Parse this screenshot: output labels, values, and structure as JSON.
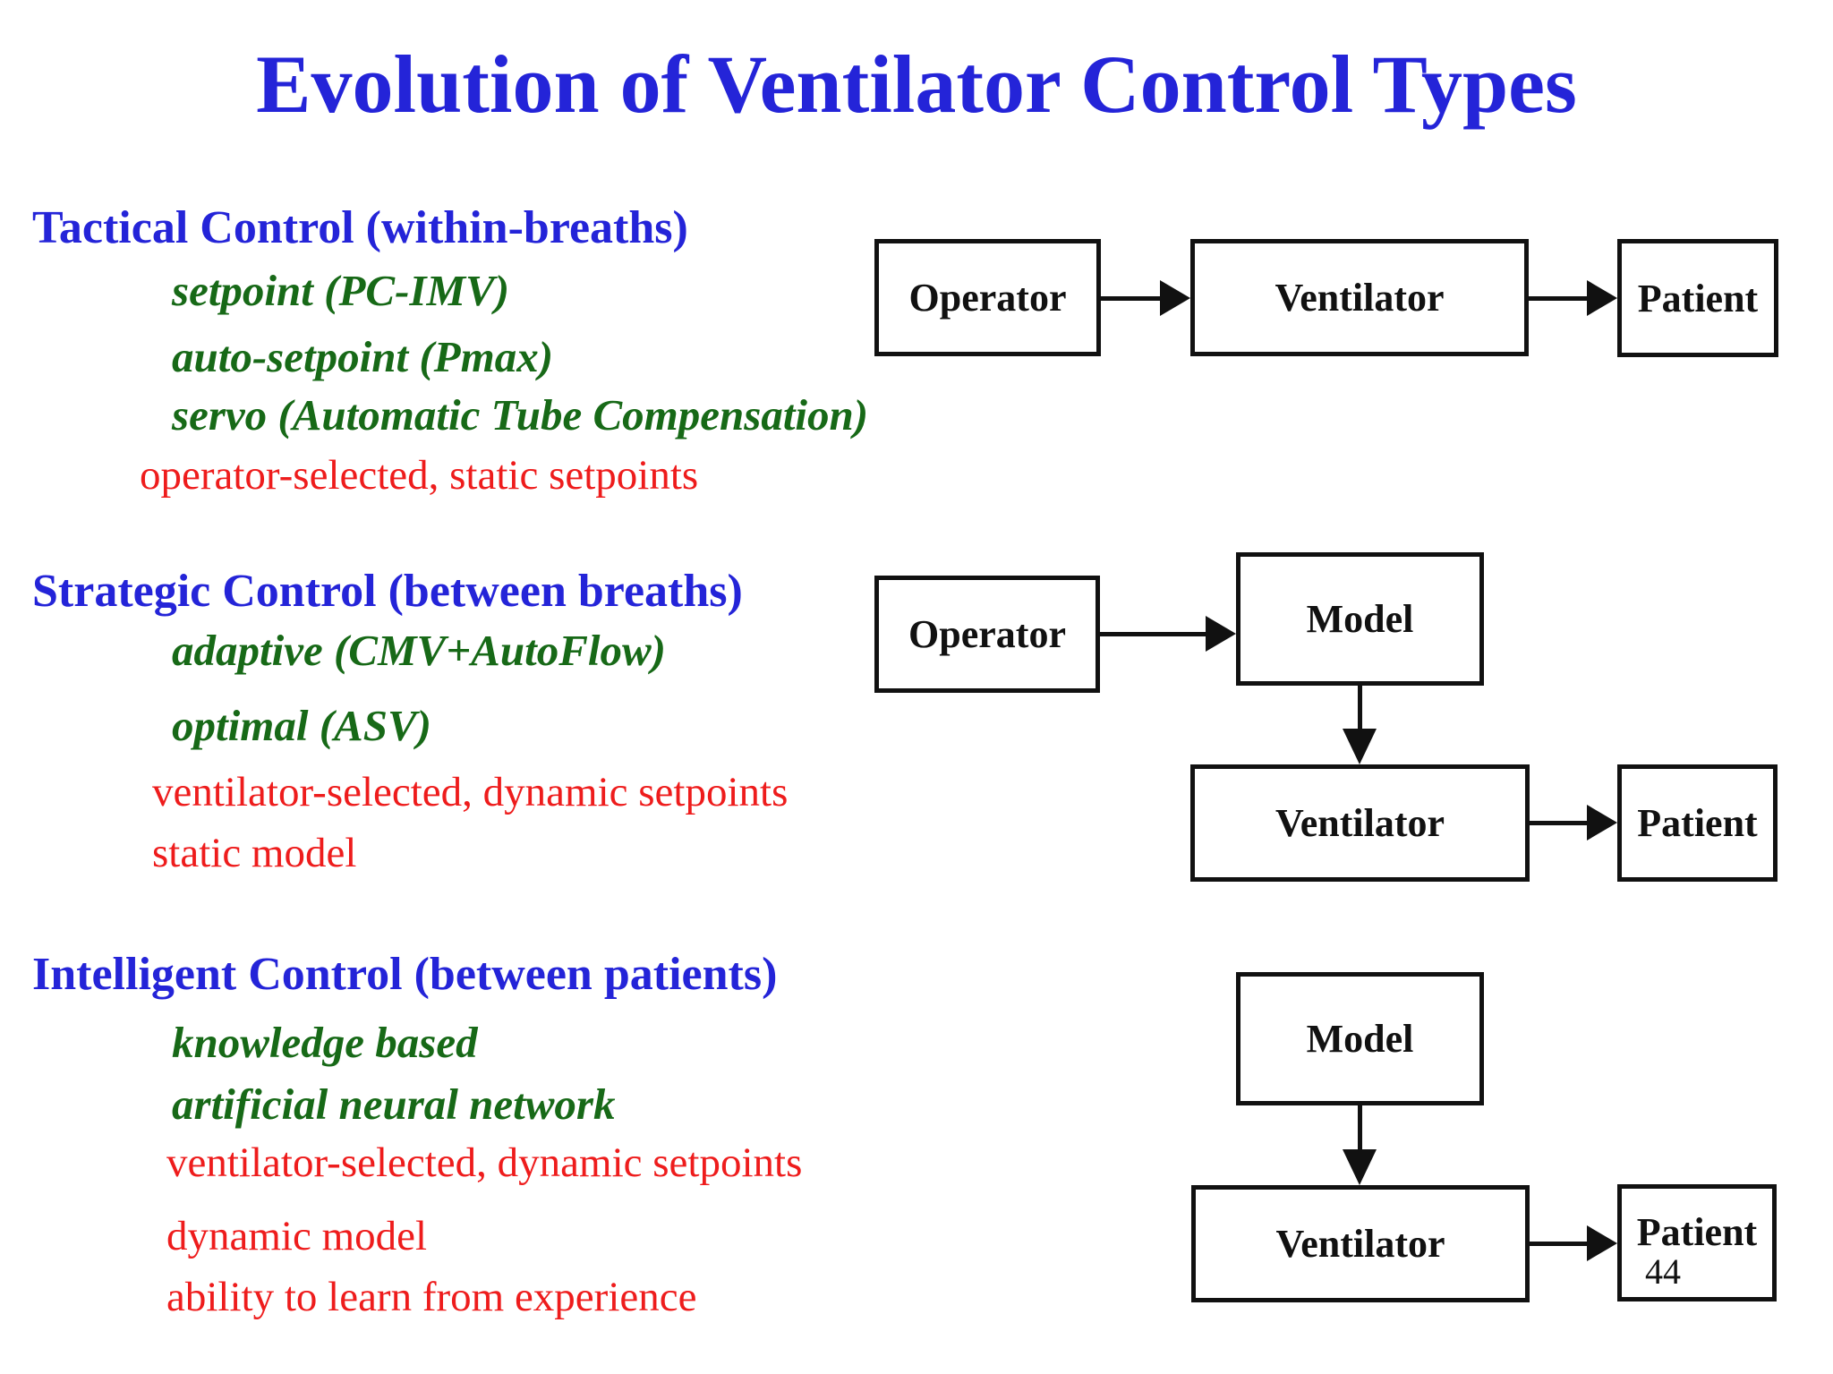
{
  "title": "Evolution of Ventilator Control Types",
  "page_number": "44",
  "colors": {
    "heading_blue": "#2424d8",
    "method_green": "#176917",
    "note_red": "#ee1c1c",
    "box_border_black": "#111111",
    "background": "#ffffff"
  },
  "sections": [
    {
      "heading": "Tactical Control (within-breaths)",
      "methods": [
        "setpoint (PC-IMV)",
        "auto-setpoint (Pmax)",
        "servo (Automatic Tube Compensation)"
      ],
      "notes": [
        "operator-selected, static setpoints"
      ]
    },
    {
      "heading": "Strategic Control (between breaths)",
      "methods": [
        "adaptive (CMV+AutoFlow)",
        "optimal (ASV)"
      ],
      "notes": [
        "ventilator-selected, dynamic setpoints",
        "static model"
      ]
    },
    {
      "heading": "Intelligent Control (between patients)",
      "methods": [
        "knowledge based",
        "artificial neural network"
      ],
      "notes": [
        "ventilator-selected, dynamic setpoints",
        "dynamic model",
        "ability to learn from experience"
      ]
    }
  ],
  "diagrams": [
    {
      "name": "tactical-flow",
      "boxes": [
        "Operator",
        "Ventilator",
        "Patient"
      ]
    },
    {
      "name": "strategic-flow",
      "boxes": [
        "Operator",
        "Model",
        "Ventilator",
        "Patient"
      ]
    },
    {
      "name": "intelligent-flow",
      "boxes": [
        "Model",
        "Ventilator",
        "Patient"
      ]
    }
  ]
}
